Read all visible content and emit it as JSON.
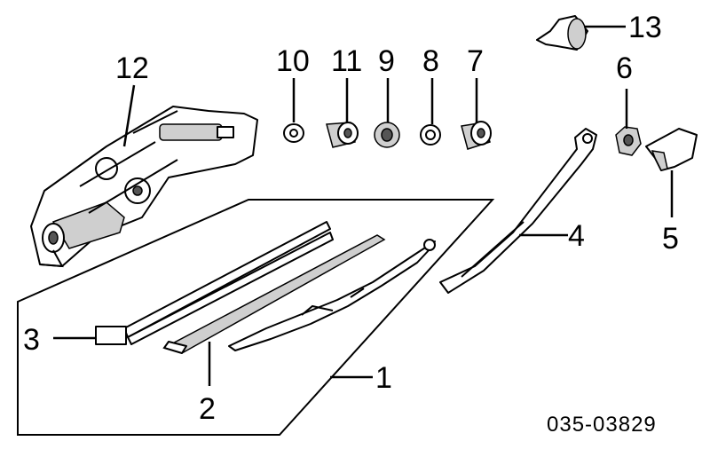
{
  "callouts": {
    "c1": "1",
    "c2": "2",
    "c3": "3",
    "c4": "4",
    "c5": "5",
    "c6": "6",
    "c7": "7",
    "c8": "8",
    "c9": "9",
    "c10": "10",
    "c11": "11",
    "c12": "12",
    "c13": "13"
  },
  "diagram_code": "035-03829",
  "colors": {
    "ink": "#000000",
    "paper": "#ffffff",
    "shade": "#cfcfcf"
  }
}
